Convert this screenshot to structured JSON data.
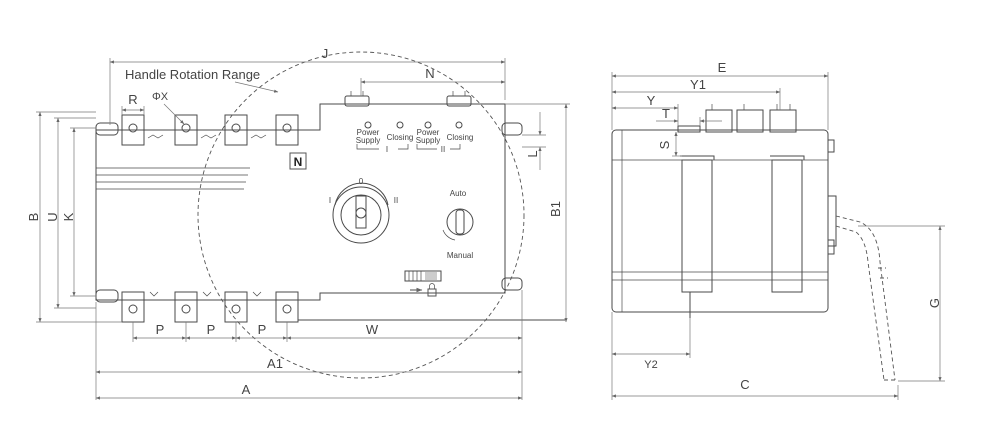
{
  "front_view": {
    "handle_rotation_range": "Handle Rotation Range",
    "dims": {
      "J": "J",
      "N": "N",
      "R": "R",
      "phiX": "ΦX",
      "B": "B",
      "U": "U",
      "K": "K",
      "L": "L",
      "B1": "B1",
      "P1": "P",
      "P2": "P",
      "P3": "P",
      "W": "W",
      "A1": "A1",
      "A": "A"
    },
    "neutral_badge": "N",
    "indicators": {
      "power_supply_1": [
        "Power",
        "Supply"
      ],
      "closing_1": "Closing",
      "pos_1": "I",
      "power_supply_2": [
        "Power",
        "Supply"
      ],
      "closing_2": "Closing",
      "pos_2": "II"
    },
    "handle_positions": {
      "zero": "0",
      "one": "I",
      "two": "II"
    },
    "mode_selector": {
      "top": "Auto",
      "bottom": "Manual"
    }
  },
  "side_view": {
    "dims": {
      "E": "E",
      "Y1": "Y1",
      "Y": "Y",
      "T": "T",
      "S": "S",
      "Y2": "Y2",
      "G": "G",
      "C": "C"
    }
  }
}
